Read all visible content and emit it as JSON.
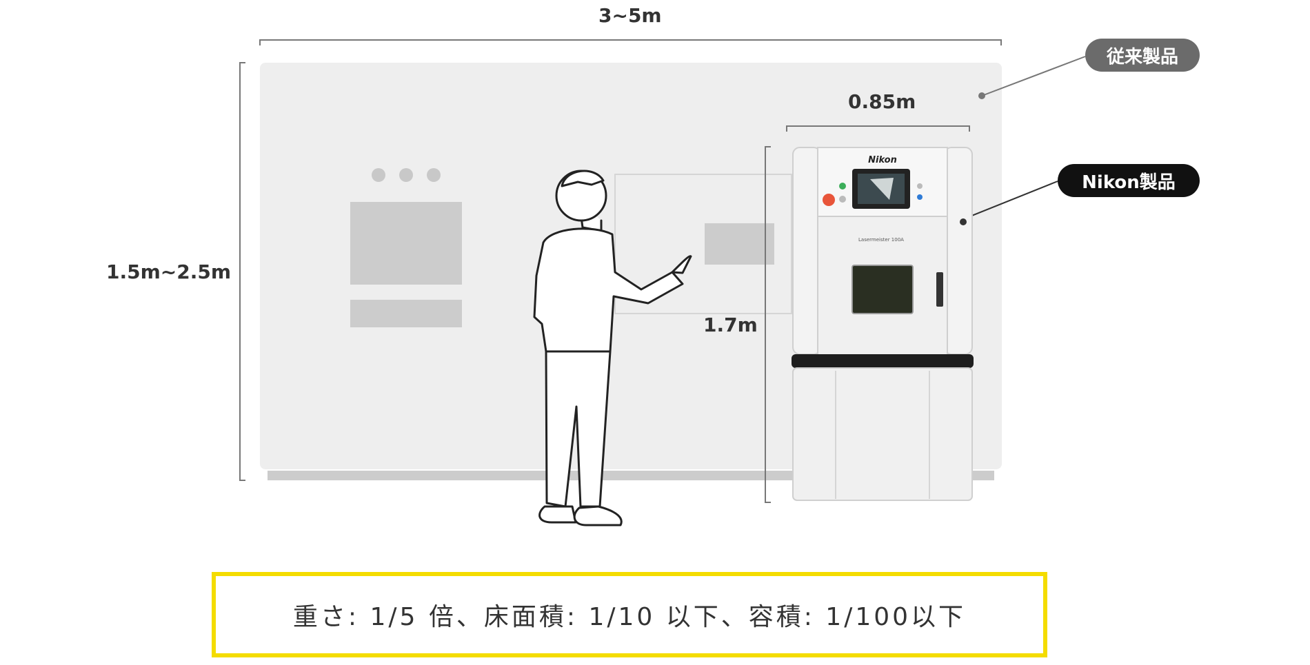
{
  "labels": {
    "conventional_width": "3~5m",
    "conventional_height": "1.5m~2.5m",
    "nikon_width": "0.85m",
    "nikon_height": "1.7m"
  },
  "tags": {
    "conventional": "従来製品",
    "nikon": "Nikon製品"
  },
  "machine": {
    "brand": "Nikon",
    "model": "Lasermeister 100A"
  },
  "summary": "重さ: 1/5 倍、床面積: 1/10 以下、容積: 1/100以下",
  "colors": {
    "conventional_tag": "#6b6b6b",
    "nikon_tag": "#111111",
    "highlight_border": "#f4dc00",
    "conventional_body": "#eeeeee",
    "conventional_panels": "#cccccc"
  }
}
